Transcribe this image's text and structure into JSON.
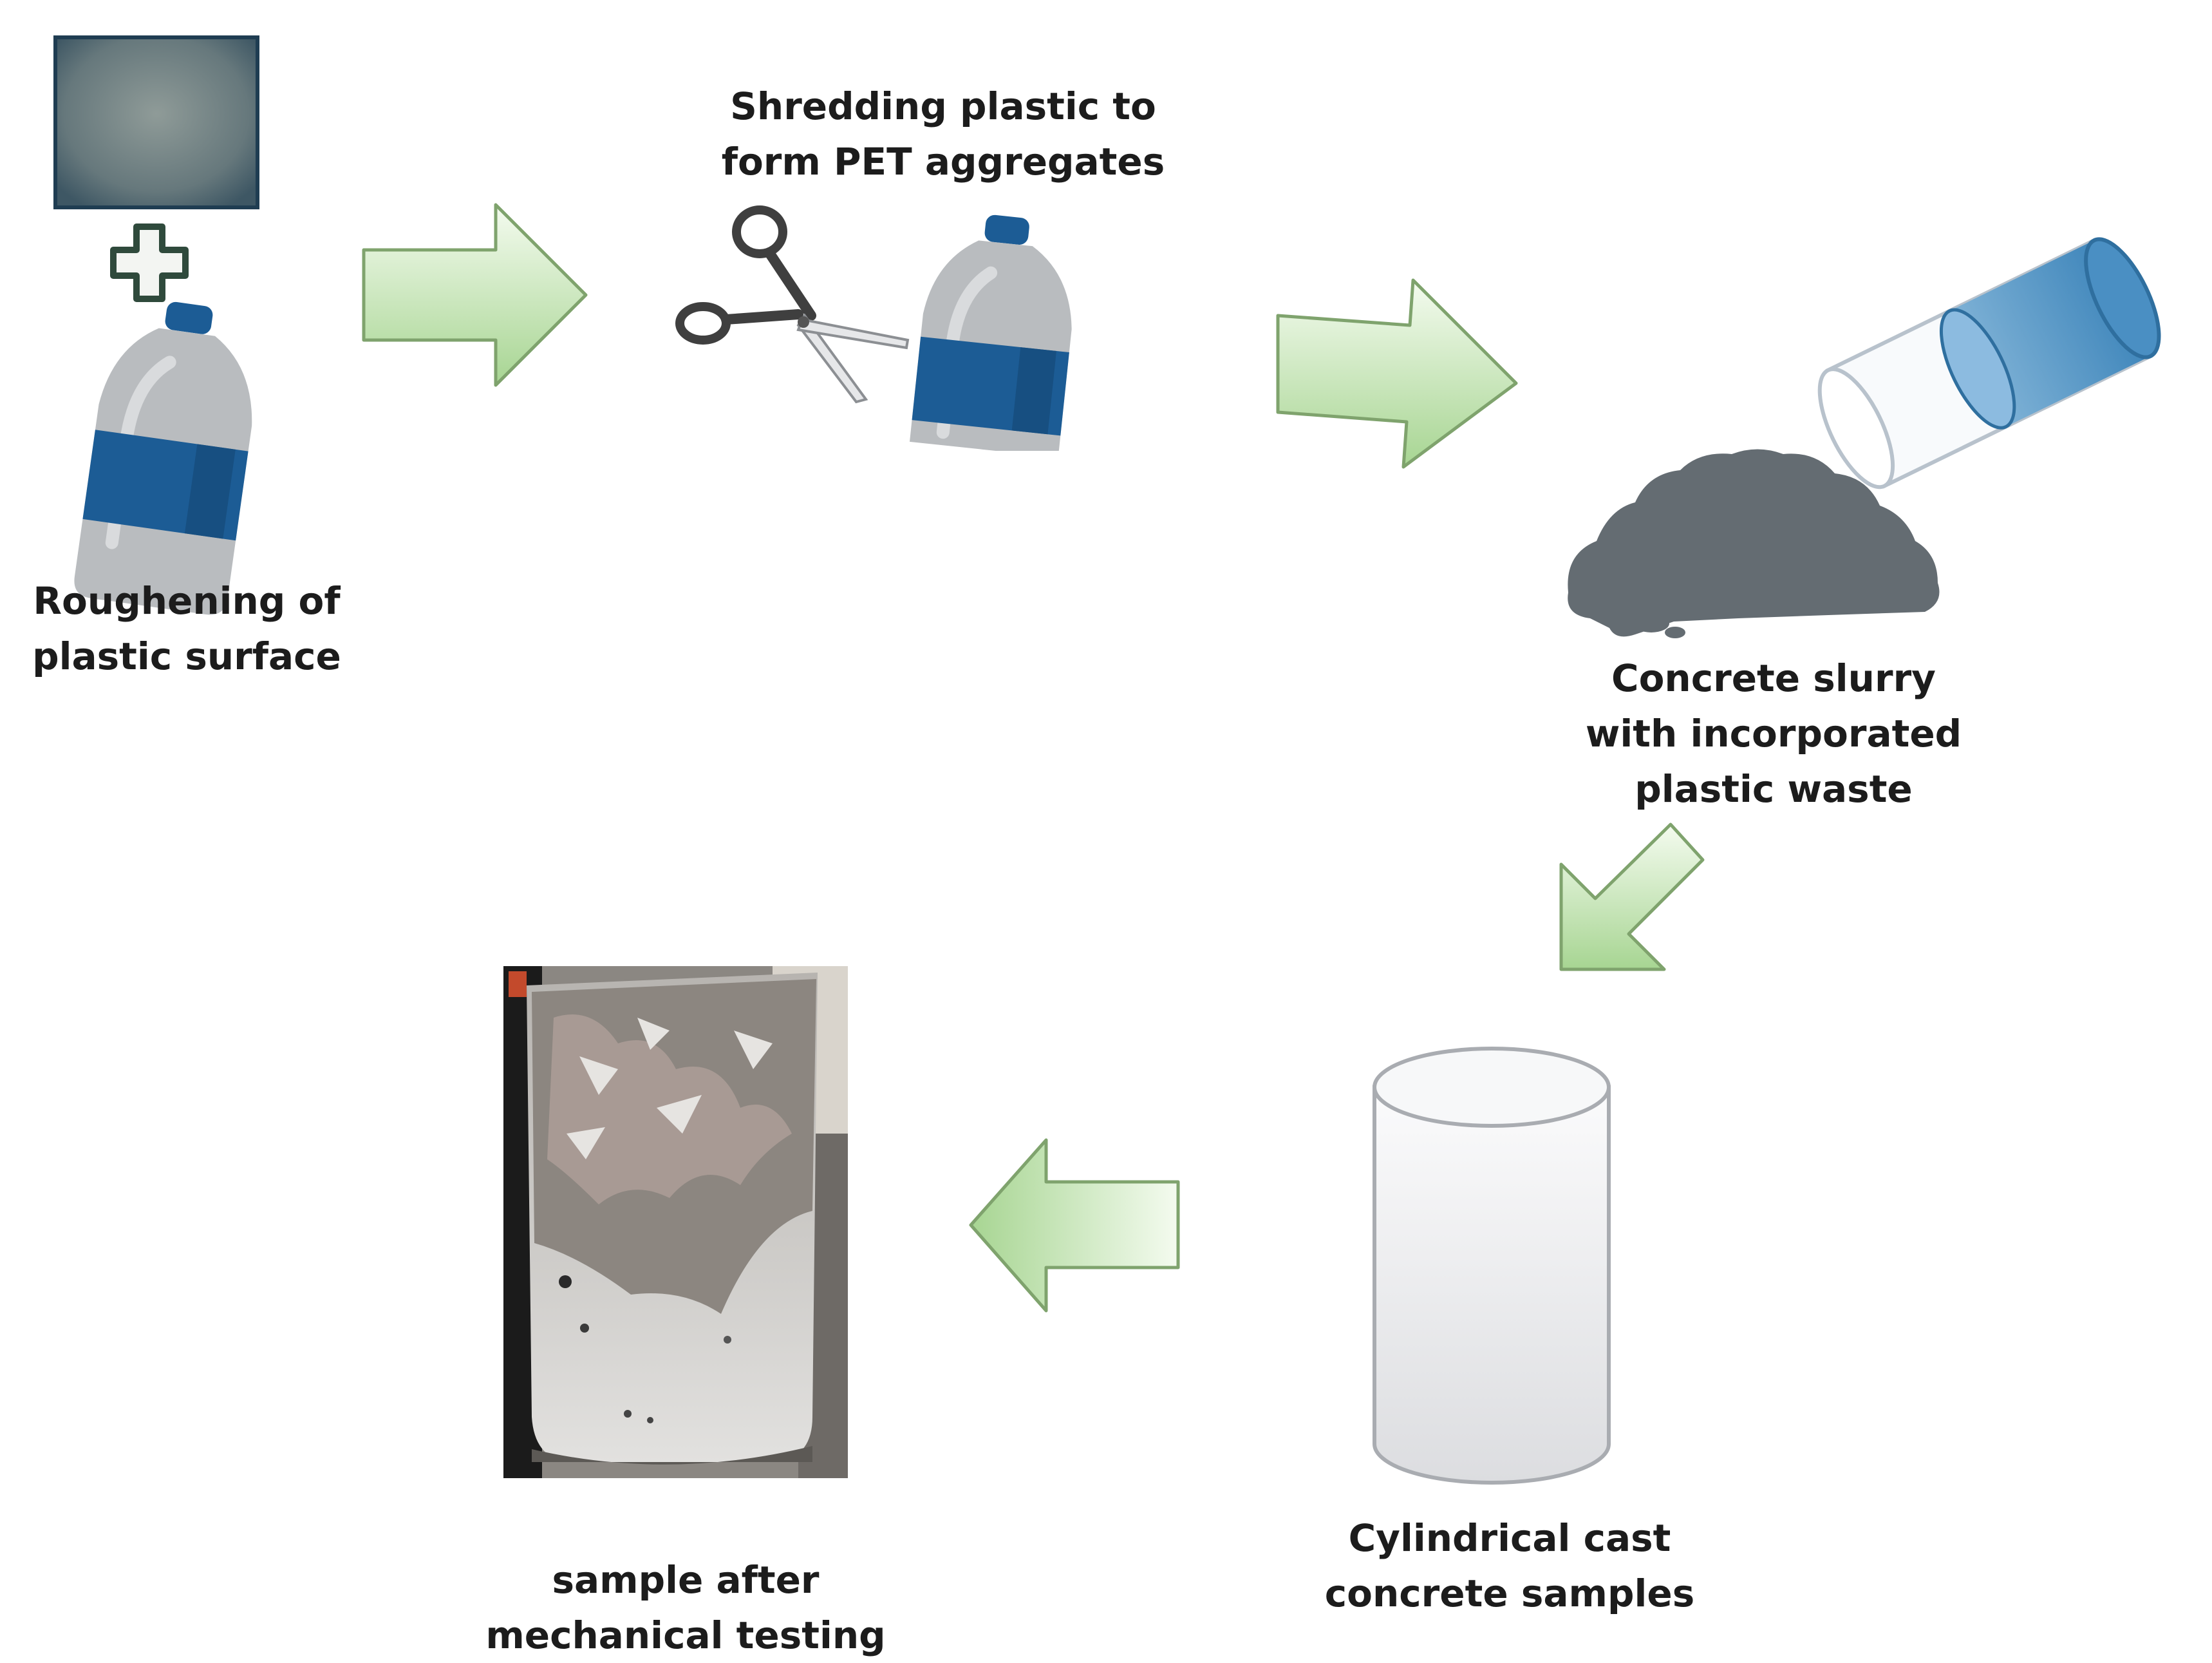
{
  "steps": {
    "roughening": {
      "line1": "Roughening of",
      "line2": "plastic surface"
    },
    "shredding": {
      "line1": "Shredding plastic to",
      "line2": "form PET aggregates"
    },
    "slurry": {
      "line1": "Concrete slurry",
      "line2": "with incorporated",
      "line3": "plastic waste"
    },
    "cylinders": {
      "line1": "Cylindrical cast",
      "line2": "concrete samples"
    },
    "tested": {
      "line1": "sample after",
      "line2": "mechanical testing"
    }
  },
  "icons": {
    "roughening_pad": "sandpaper-icon",
    "plus": "plus-icon",
    "bottle": "plastic-bottle-icon",
    "scissors": "scissors-icon",
    "water_cup": "water-cup-icon",
    "concrete_pile": "concrete-pile-icon",
    "cylinder": "cylinder-mold-icon",
    "specimen": "tested-specimen-photo"
  },
  "colors": {
    "arrow_fill_light": "#f3faee",
    "arrow_fill_dark": "#a9d695",
    "arrow_stroke": "#7fa36d",
    "bottle_blue": "#1c5c95",
    "bottle_grey": "#b9bcbf",
    "concrete_grey": "#646c72",
    "plus_green": "#2f4a3c",
    "label_text": "#1c1c1c"
  }
}
